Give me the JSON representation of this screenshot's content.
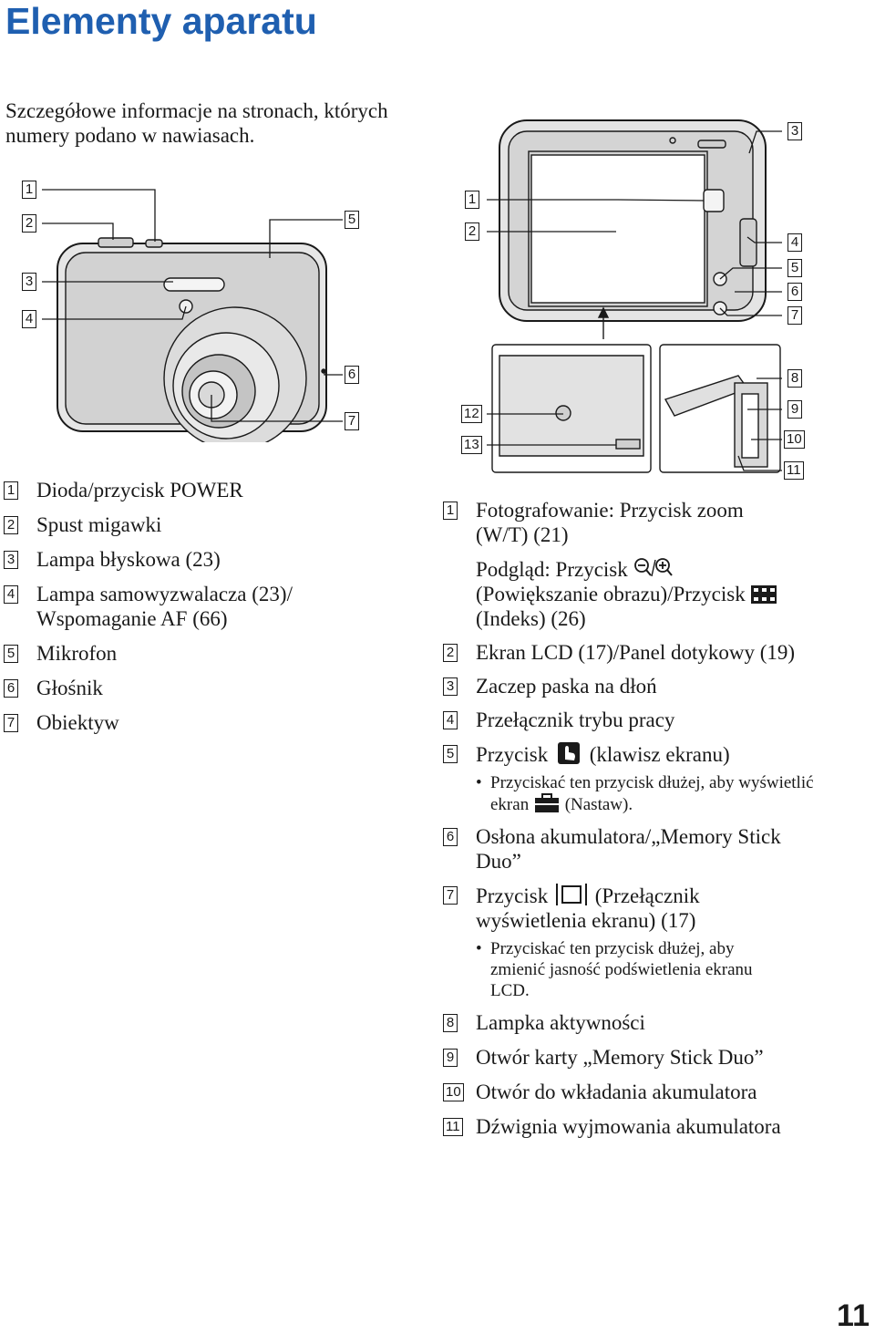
{
  "title": "Elementy aparatu",
  "intro": "Szczegółowe informacje na stronach, których numery podano w nawiasach.",
  "figure_front": {
    "callouts": [
      "1",
      "2",
      "3",
      "4",
      "5",
      "6",
      "7"
    ]
  },
  "figure_back": {
    "callouts": [
      "1",
      "2",
      "3",
      "4",
      "5",
      "6",
      "7",
      "8",
      "9",
      "10",
      "11",
      "12",
      "13"
    ]
  },
  "left_list": [
    {
      "num": "1",
      "text": "Dioda/przycisk POWER"
    },
    {
      "num": "2",
      "text": "Spust migawki"
    },
    {
      "num": "3",
      "text": "Lampa błyskowa (23)"
    },
    {
      "num": "4",
      "text": "Lampa samowyzwalacza (23)/ Wspomaganie AF (66)"
    },
    {
      "num": "5",
      "text": "Mikrofon"
    },
    {
      "num": "6",
      "text": "Głośnik"
    },
    {
      "num": "7",
      "text": "Obiektyw"
    }
  ],
  "right_list": {
    "item1": {
      "num": "1",
      "text": "Fotografowanie: Przycisk zoom (W/T) (21)",
      "sub_a": "Podgląd: Przycisk",
      "sub_b": "(Powiększanie obrazu)/Przycisk",
      "sub_c": "(Indeks) (26)"
    },
    "item2": {
      "num": "2",
      "text": "Ekran LCD (17)/Panel dotykowy (19)"
    },
    "item3": {
      "num": "3",
      "text": "Zaczep paska na dłoń"
    },
    "item4": {
      "num": "4",
      "text": "Przełącznik trybu pracy"
    },
    "item5": {
      "num": "5",
      "text_a": "Przycisk",
      "text_b": "(klawisz ekranu)",
      "bullet_a": "Przyciskać ten przycisk dłużej, aby wyświetlić ekran",
      "bullet_b": "(Nastaw)."
    },
    "item6": {
      "num": "6",
      "text": "Osłona akumulatora/„Memory Stick Duo”"
    },
    "item7": {
      "num": "7",
      "text_a": "Przycisk",
      "text_b": "(Przełącznik wyświetlenia ekranu) (17)",
      "bullet": "Przyciskać ten przycisk dłużej, aby zmienić jasność podświetlenia ekranu LCD."
    },
    "item8": {
      "num": "8",
      "text": "Lampka aktywności"
    },
    "item9": {
      "num": "9",
      "text": "Otwór karty „Memory Stick Duo”"
    },
    "item10": {
      "num": "10",
      "text": "Otwór do wkładania akumulatora"
    },
    "item11": {
      "num": "11",
      "text": "Dźwignia wyjmowania akumulatora"
    }
  },
  "page_number": "11",
  "colors": {
    "title": "#1f5fb0",
    "text": "#1a1a1a"
  }
}
